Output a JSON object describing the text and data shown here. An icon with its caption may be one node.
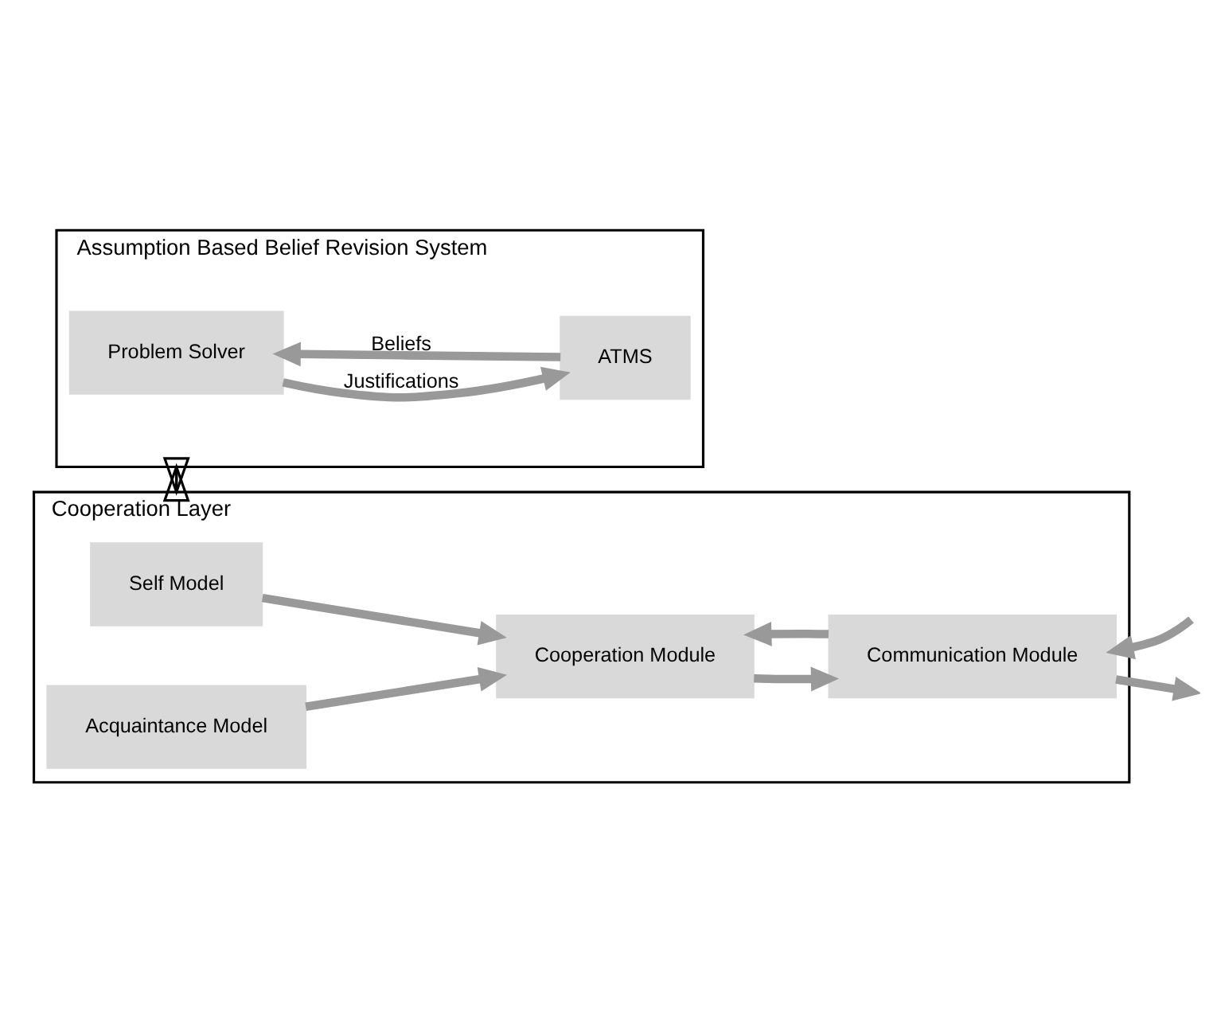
{
  "diagram": {
    "nodes": [
      {
        "text": [
          "Cooperation Layer"
        ]
      },
      {
        "text": [
          "Self Model"
        ],
        "in": 0
      },
      {
        "text": [
          "Acquaintance Model"
        ],
        "in": 0
      },
      {
        "text": [
          "Cooperation Module"
        ],
        "in": 0
      },
      {
        "text": [
          "Communication Module"
        ],
        "in": 0
      },
      {
        "text": [
          "Assumption Based Belief Revision System"
        ]
      },
      {
        "text": [
          "Problem Solver"
        ],
        "in": 5
      },
      {
        "text": [
          "ATMS"
        ],
        "in": 5
      }
    ],
    "edges": [
      {
        "from": 1,
        "to": 3,
        "arrow": "to"
      },
      {
        "from": 2,
        "to": 3,
        "arrow": "to"
      },
      {
        "from": 3,
        "to": 4,
        "arrow": "to"
      },
      {
        "from": 4,
        "to": 3,
        "arrow": "to"
      },
      {
        "from": null,
        "to": 4,
        "arrow": "to"
      },
      {
        "from": 4,
        "to": null,
        "arrow": "to"
      },
      {
        "from": 0,
        "to": 5,
        "arrow": "to",
        "color": "#000000"
      },
      {
        "from": 5,
        "to": 0,
        "arrow": "to",
        "color": "#000000"
      },
      {
        "from": 7,
        "to": 6,
        "arrow": "to",
        "label": "Beliefs"
      },
      {
        "from": 6,
        "to": 7,
        "arrow": "to",
        "label": "Justifications"
      }
    ]
  }
}
